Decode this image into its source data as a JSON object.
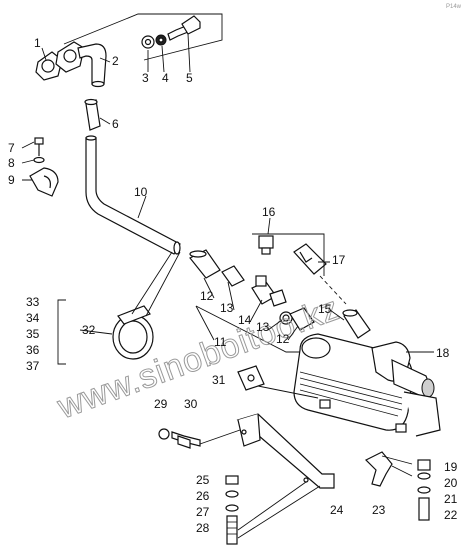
{
  "corner_mark": "P14w",
  "watermark": "www.sinoboitoo.kz",
  "callouts": [
    "1",
    "2",
    "3",
    "4",
    "5",
    "6",
    "7",
    "8",
    "9",
    "10",
    "11",
    "12",
    "12",
    "13",
    "13",
    "14",
    "15",
    "16",
    "17",
    "18",
    "19",
    "20",
    "21",
    "22",
    "23",
    "24",
    "25",
    "26",
    "27",
    "28",
    "29",
    "30",
    "31",
    "32",
    "33",
    "34",
    "35",
    "36",
    "37"
  ]
}
